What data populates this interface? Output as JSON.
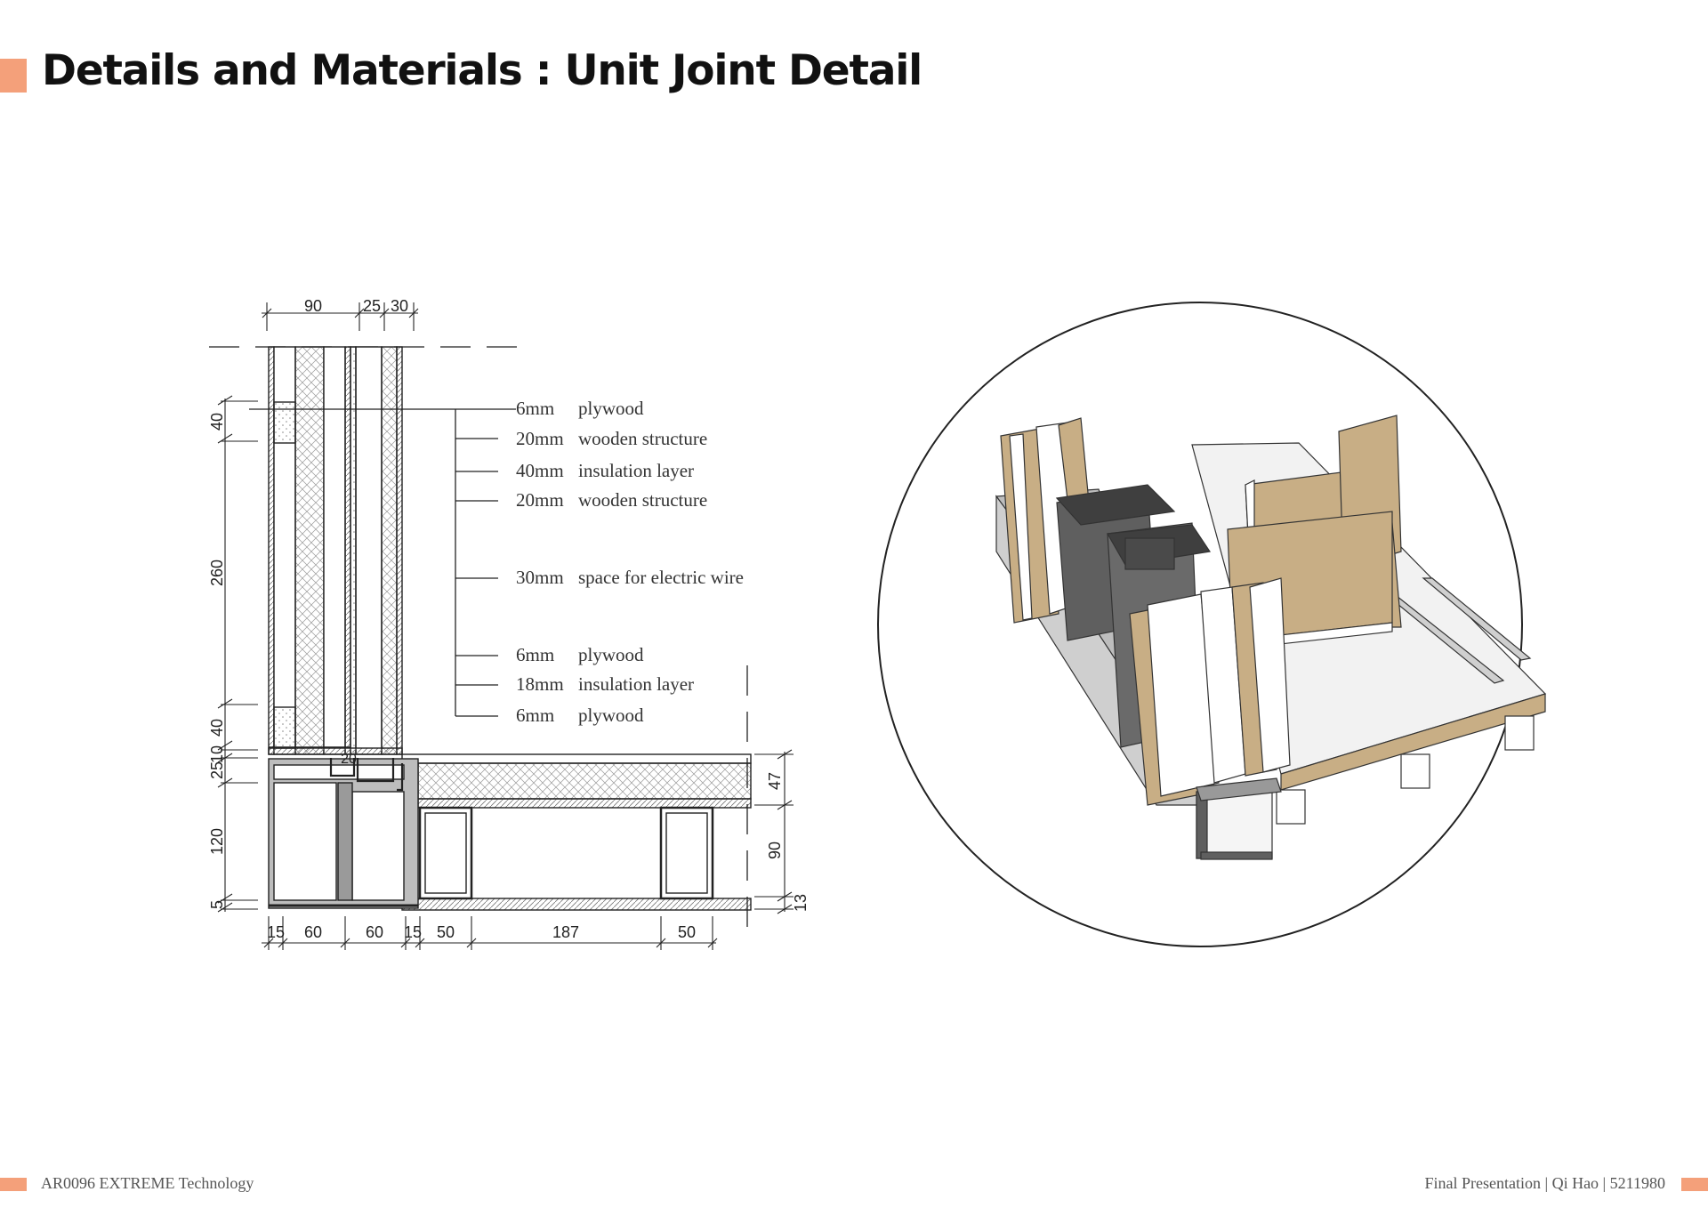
{
  "colors": {
    "accent": "#F4A07A",
    "wood": "#C8AE85",
    "steel": "#5F5F5F",
    "line": "#222222"
  },
  "header": {
    "title": "Details and Materials : Unit Joint Detail"
  },
  "footer": {
    "course": "AR0096 EXTREME Technology",
    "credit": "Final Presentation | Qi  Hao | 5211980"
  },
  "section": {
    "layers": [
      {
        "thickness": "6mm",
        "material": "plywood"
      },
      {
        "thickness": "20mm",
        "material": "wooden structure"
      },
      {
        "thickness": "40mm",
        "material": "insulation layer"
      },
      {
        "thickness": "20mm",
        "material": "wooden structure"
      },
      {
        "thickness": "30mm",
        "material": "space for electric wire"
      },
      {
        "thickness": "6mm",
        "material": "plywood"
      },
      {
        "thickness": "18mm",
        "material": "insulation layer"
      },
      {
        "thickness": "6mm",
        "material": "plywood"
      }
    ],
    "dims_top": [
      "90",
      "25",
      "30"
    ],
    "dims_left": [
      "40",
      "260",
      "40",
      "10",
      "25",
      "120",
      "5"
    ],
    "dims_right": [
      "47",
      "90",
      "13"
    ],
    "dims_bottom": [
      "15",
      "60",
      "60",
      "15",
      "50",
      "187",
      "50"
    ],
    "joint_gap": "20"
  },
  "axonometric": {
    "icon": "unit-joint-axonometric-illustration"
  }
}
